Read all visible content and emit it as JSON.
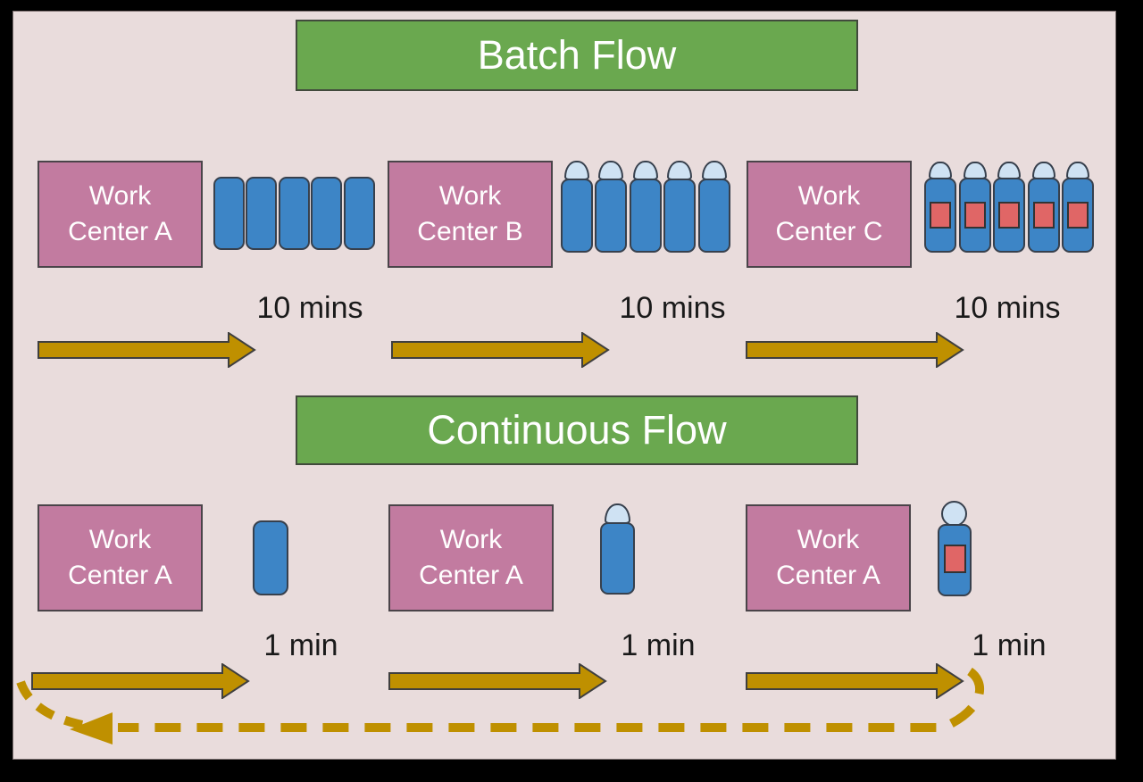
{
  "colors": {
    "slide_background": "#e9dcdc",
    "frame": "#000000",
    "banner_green": "#6aa84f",
    "workcenter_pink": "#c27ba0",
    "bottle_blue": "#3d85c6",
    "cap_light_blue": "#cfe2f3",
    "label_red": "#e06666",
    "arrow_gold": "#bf9000",
    "text_light": "#ffffff",
    "text_dark": "#1a1a1a"
  },
  "icons": {
    "stage1_item": "uncapped-bottle",
    "stage2_item": "capped-bottle",
    "stage3_item": "capped-labeled-bottle",
    "flow_arrow": "solid-right-block-arrow",
    "return_arrow": "dashed-return-loop-arrow-left"
  },
  "batch": {
    "banner": "Batch Flow",
    "item_count_per_stage": 5,
    "stations": [
      {
        "line1": "Work",
        "line2": "Center A"
      },
      {
        "line1": "Work",
        "line2": "Center B"
      },
      {
        "line1": "Work",
        "line2": "Center C"
      }
    ],
    "arrows": [
      {
        "time": "10 mins"
      },
      {
        "time": "10 mins"
      },
      {
        "time": "10 mins"
      }
    ]
  },
  "continuous": {
    "banner": "Continuous Flow",
    "item_count_per_stage": 1,
    "stations": [
      {
        "line1": "Work",
        "line2": "Center A"
      },
      {
        "line1": "Work",
        "line2": "Center A"
      },
      {
        "line1": "Work",
        "line2": "Center A"
      }
    ],
    "arrows": [
      {
        "time": "1 min"
      },
      {
        "time": "1 min"
      },
      {
        "time": "1 min"
      }
    ]
  }
}
